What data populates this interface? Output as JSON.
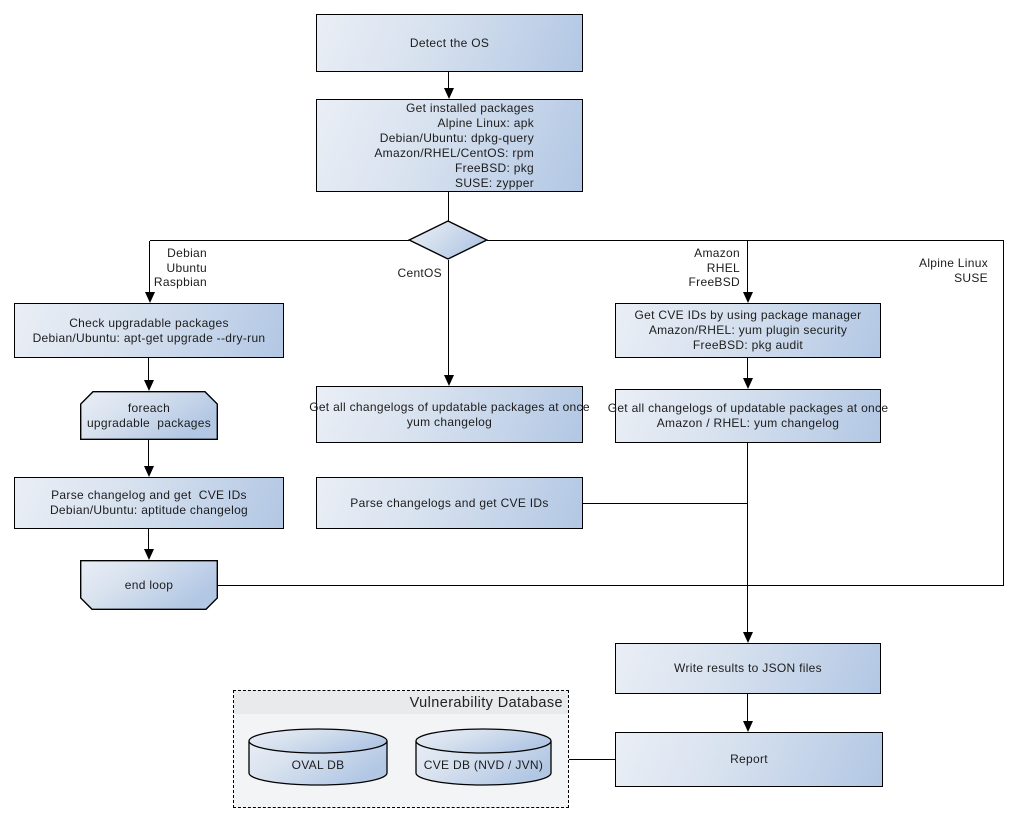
{
  "nodes": {
    "detect_os": "Detect the OS",
    "get_installed_packages": "Get installed packages\nAlpine Linux: apk\nDebian/Ubuntu: dpkg-query\nAmazon/RHEL/CentOS: rpm\nFreeBSD: pkg\nSUSE: zypper",
    "check_upgradable": "Check upgradable packages\nDebian/Ubuntu: apt-get upgrade --dry-run",
    "foreach_loop": "foreach\nupgradable  packages",
    "get_changelogs_centos": "Get all changelogs of updatable packages at once\nyum changelog",
    "get_cve_ids_pkg_mgr": "Get CVE IDs by using package manager\nAmazon/RHEL: yum plugin security\nFreeBSD: pkg audit",
    "get_changelogs_amazon": "Get all changelogs of updatable packages at once\nAmazon / RHEL: yum changelog",
    "parse_changelog_debian": "Parse changelog and get  CVE IDs\nDebian/Ubuntu: aptitude changelog",
    "parse_changelogs_centos": "Parse changelogs and get CVE IDs",
    "end_loop": "end loop",
    "write_results": "Write results to JSON files",
    "report": "Report"
  },
  "branch_labels": {
    "left": "Debian\nUbuntu\nRaspbian",
    "center": "CentOS",
    "right": "Amazon\nRHEL\nFreeBSD",
    "far_right": "Alpine Linux\nSUSE"
  },
  "vulnerability_db": {
    "title": "Vulnerability Database",
    "oval_db": "OVAL DB",
    "cve_db": "CVE DB (NVD / JVN)"
  },
  "colors": {
    "node_fill_light": "#eaeef6",
    "node_fill_dark": "#b2c7e4",
    "node_border": "#000000",
    "cluster_fill": "#f3f4f6",
    "cluster_band": "#e9eaec",
    "text": "#1c1c1c",
    "connector": "#000000"
  }
}
